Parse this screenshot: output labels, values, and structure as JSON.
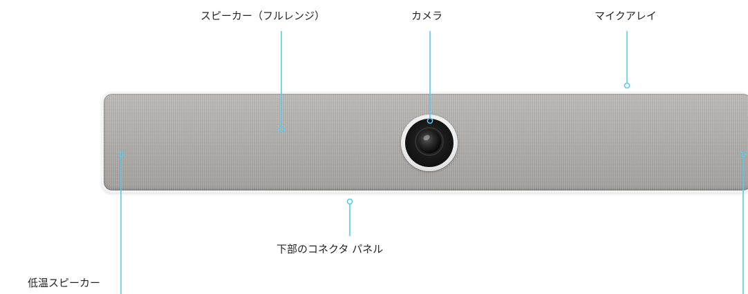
{
  "callouts": {
    "speaker_full_range": "スピーカー（フルレンジ）",
    "camera": "カメラ",
    "mic_array": "マイクアレイ",
    "connector_panel": "下部のコネクタ パネル",
    "low_freq_speaker": "低温スピーカー"
  },
  "colors": {
    "callout_line": "#5ac8e8",
    "fabric": "#b3b1ae",
    "label_text": "#222222"
  }
}
